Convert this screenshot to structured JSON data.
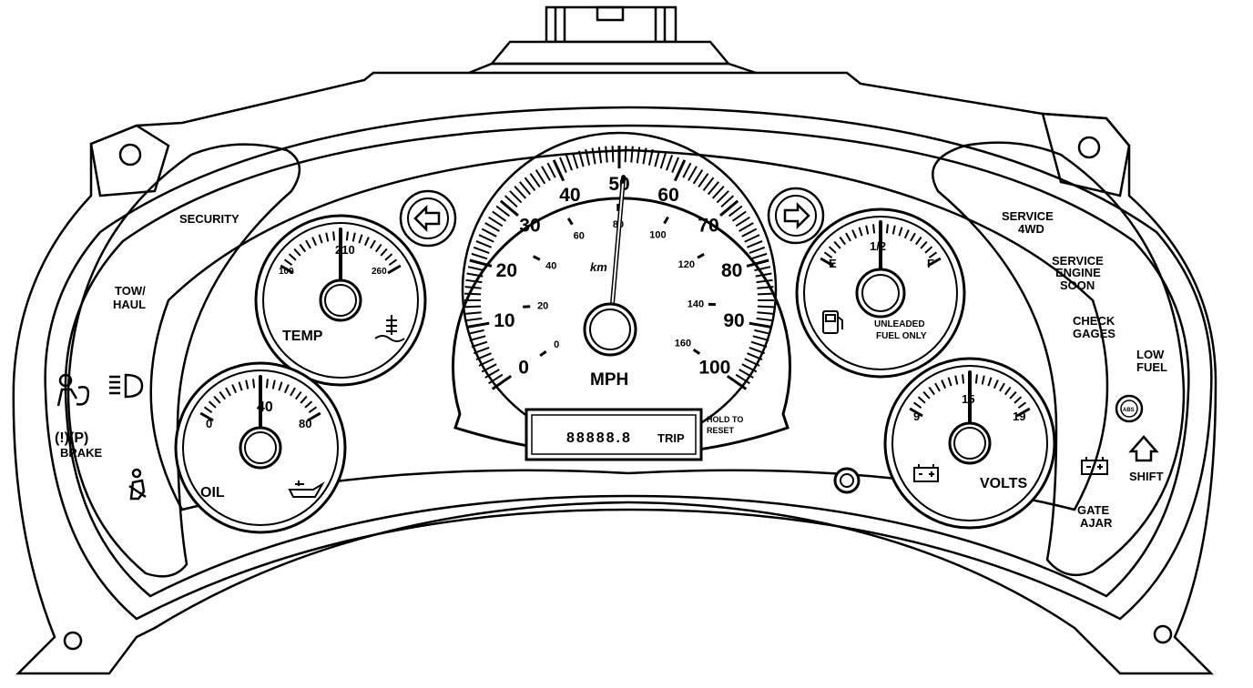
{
  "colors": {
    "ink": "#000000",
    "paper": "#ffffff"
  },
  "left_indicators": {
    "security": "SECURITY",
    "tow_haul_line1": "TOW/",
    "tow_haul_line2": "HAUL",
    "brake": "BRAKE",
    "brake_symbols": "(!)(P)"
  },
  "right_indicators": {
    "service_4wd_line1": "SERVICE",
    "service_4wd_line2": "4WD",
    "service_engine_line1": "SERVICE",
    "service_engine_line2": "ENGINE",
    "service_engine_line3": "SOON",
    "check_gages_line1": "CHECK",
    "check_gages_line2": "GAGES",
    "low_fuel_line1": "LOW",
    "low_fuel_line2": "FUEL",
    "abs": "ABS",
    "shift": "SHIFT",
    "gate_ajar_line1": "GATE",
    "gate_ajar_line2": "AJAR"
  },
  "temp_gauge": {
    "label": "TEMP",
    "min": "100",
    "mid": "210",
    "max": "260",
    "reading": 210
  },
  "oil_gauge": {
    "label": "OIL",
    "min": "0",
    "mid": "40",
    "max": "80",
    "reading": 40
  },
  "fuel_gauge": {
    "empty": "E",
    "half": "1/2",
    "full": "F",
    "note_line1": "UNLEADED",
    "note_line2": "FUEL ONLY",
    "reading": 0.5
  },
  "volts_gauge": {
    "label": "VOLTS",
    "min": "9",
    "mid": "15",
    "max": "19",
    "reading": 15
  },
  "speedometer": {
    "label": "MPH",
    "km_label": "km",
    "mph_ticks": [
      "0",
      "10",
      "20",
      "30",
      "40",
      "50",
      "60",
      "70",
      "80",
      "90",
      "100"
    ],
    "kmh_ticks": [
      "0",
      "20",
      "40",
      "60",
      "80",
      "100",
      "120",
      "140",
      "160"
    ],
    "reading_mph": 52
  },
  "odometer": {
    "value": "88888.8",
    "trip_label": "TRIP",
    "hold_line1": "HOLD TO",
    "hold_line2": "RESET"
  }
}
